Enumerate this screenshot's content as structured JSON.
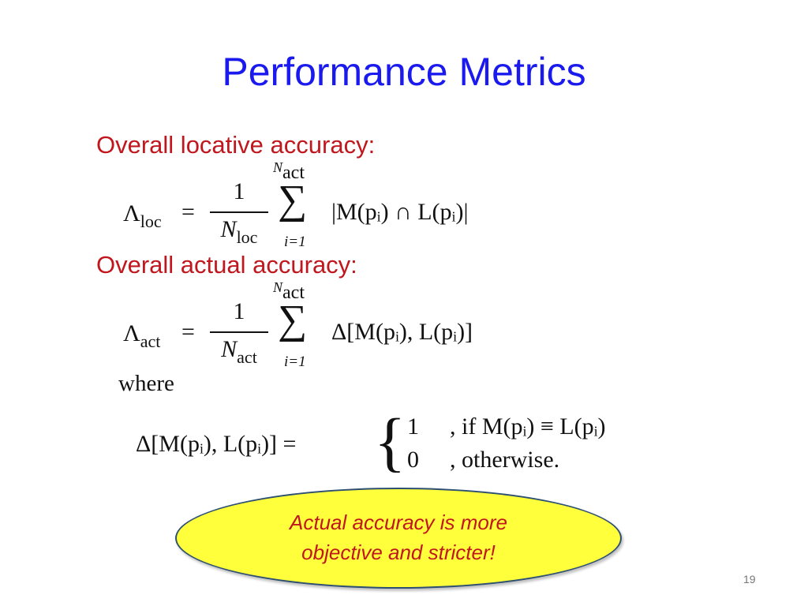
{
  "slide": {
    "title": "Performance Metrics",
    "heading_loc": "Overall locative accuracy:",
    "heading_act": "Overall actual accuracy:",
    "where": "where",
    "callout_line1": "Actual accuracy is more",
    "callout_line2": "objective and stricter!",
    "page_number": "19"
  },
  "eq_loc": {
    "lambda": "Λ",
    "lambda_sub": "loc",
    "equals": "=",
    "numerator": "1",
    "denom_N": "N",
    "denom_sub": "loc",
    "sigma": "∑",
    "upper_N": "N",
    "upper_sub": "act",
    "lower": "i=1",
    "body": "|M(pᵢ) ∩ L(pᵢ)|"
  },
  "eq_act": {
    "lambda": "Λ",
    "lambda_sub": "act",
    "equals": "=",
    "numerator": "1",
    "denom_N": "N",
    "denom_sub": "act",
    "sigma": "∑",
    "upper_N": "N",
    "upper_sub": "act",
    "lower": "i=1",
    "body": "Δ[M(pᵢ), L(pᵢ)]"
  },
  "eq_delta": {
    "lhs": "Δ[M(pᵢ), L(pᵢ)] =",
    "brace": "{",
    "case1_value": "1",
    "case1_cond": ", if M(pᵢ) ≡ L(pᵢ)",
    "case2_value": "0",
    "case2_cond": ", otherwise."
  },
  "colors": {
    "title": "#1a1aee",
    "heading": "#c0171e",
    "callout_fill": "#ffff3b",
    "callout_border": "#2d4f72"
  }
}
